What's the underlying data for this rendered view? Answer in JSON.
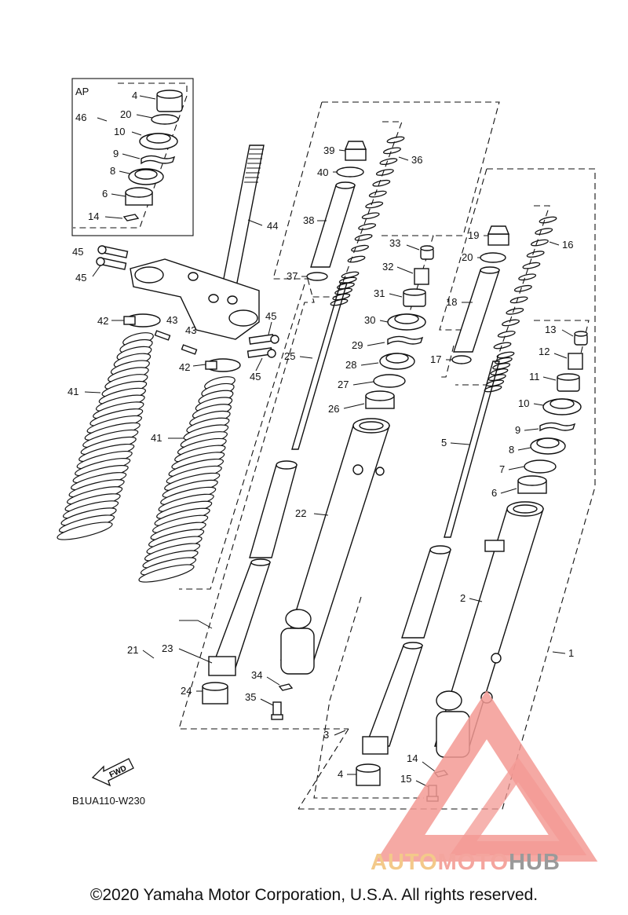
{
  "diagram": {
    "code": "B1UA110-W230",
    "copyright": "©2020 Yamaha Motor Corporation, U.S.A. All rights reserved.",
    "fwd_label": "FWD",
    "ap_label": "AP",
    "callouts": {
      "c1": "1",
      "c2": "2",
      "c3": "3",
      "c4a": "4",
      "c4b": "4",
      "c5": "5",
      "c6a": "6",
      "c6b": "6",
      "c7": "7",
      "c8a": "8",
      "c8b": "8",
      "c9a": "9",
      "c9b": "9",
      "c10a": "10",
      "c10b": "10",
      "c11": "11",
      "c12": "12",
      "c13": "13",
      "c14a": "14",
      "c14b": "14",
      "c15": "15",
      "c16": "16",
      "c17": "17",
      "c18": "18",
      "c19": "19",
      "c20a": "20",
      "c20b": "20",
      "c21": "21",
      "c22": "22",
      "c23": "23",
      "c24": "24",
      "c25": "25",
      "c26": "26",
      "c27": "27",
      "c28": "28",
      "c29": "29",
      "c30": "30",
      "c31": "31",
      "c32": "32",
      "c33": "33",
      "c34": "34",
      "c35": "35",
      "c36": "36",
      "c37": "37",
      "c38": "38",
      "c39": "39",
      "c40": "40",
      "c41a": "41",
      "c41b": "41",
      "c42a": "42",
      "c42b": "42",
      "c43a": "43",
      "c43b": "43",
      "c44": "44",
      "c45a": "45",
      "c45b": "45",
      "c45c": "45",
      "c45d": "45",
      "c46": "46"
    }
  },
  "watermark": {
    "part_a": "AUTO",
    "part_b": "MOTO",
    "part_c": "HUB",
    "color_a": "#f3c98a",
    "color_b": "#f4a59e",
    "color_c": "#9a9a9a"
  }
}
